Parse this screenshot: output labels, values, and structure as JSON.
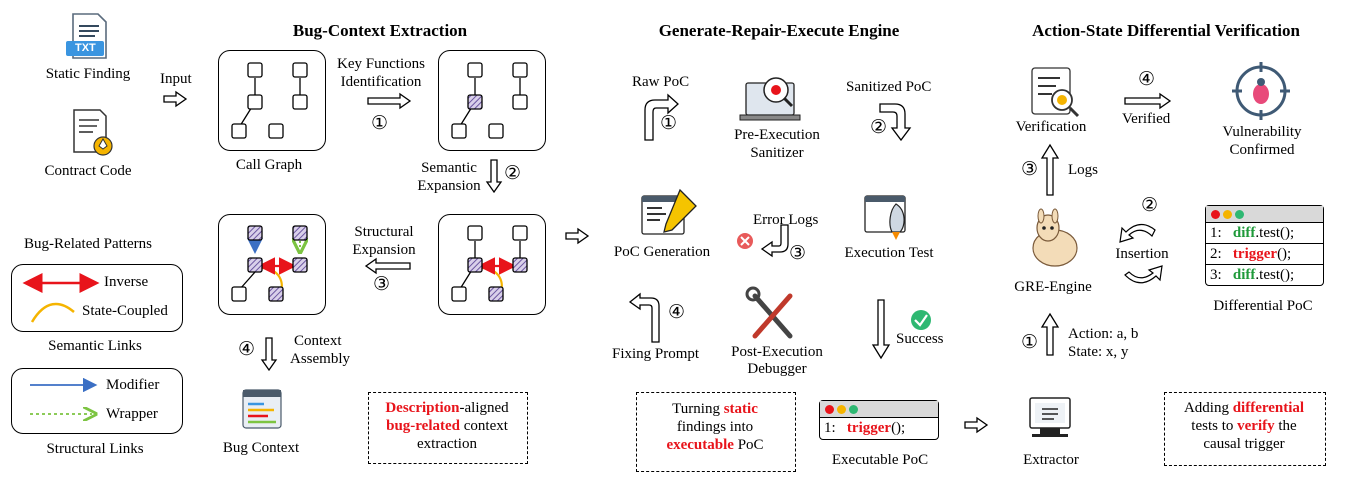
{
  "inputs": {
    "static_finding": "Static Finding",
    "file_badge": "TXT",
    "contract_code": "Contract Code",
    "input": "Input"
  },
  "patterns": {
    "title": "Bug-Related Patterns",
    "inverse": "Inverse",
    "state_coupled": "State-Coupled",
    "semantic_links": "Semantic Links",
    "modifier": "Modifier",
    "wrapper": "Wrapper",
    "structural_links": "Structural Links"
  },
  "bce": {
    "title": "Bug-Context Extraction",
    "key_functions": "Key Functions",
    "identification": "Identification",
    "call_graph": "Call Graph",
    "semantic": "Semantic",
    "expansion": "Expansion",
    "structural": "Structural",
    "structural_expansion": "Expansion",
    "context": "Context",
    "assembly": "Assembly",
    "bug_context": "Bug Context",
    "step1": "①",
    "step2": "②",
    "step3": "③",
    "step4": "④",
    "note_red1": "Description",
    "note_l1": "-aligned",
    "note_red2": "bug-related",
    "note_l2": " context",
    "note_l3": "extraction"
  },
  "gre": {
    "title": "Generate-Repair-Execute Engine",
    "raw_poc": "Raw PoC",
    "sanitized_poc": "Sanitized PoC",
    "pre_exec_1": "Pre-Execution",
    "pre_exec_2": "Sanitizer",
    "poc_generation": "PoC Generation",
    "error_logs": "Error Logs",
    "execution_test": "Execution Test",
    "fixing_prompt": "Fixing Prompt",
    "post_exec_1": "Post-Execution",
    "post_exec_2": "Debugger",
    "success": "Success",
    "step1": "①",
    "step2": "②",
    "step3": "③",
    "step4": "④",
    "note_l1": "Turning ",
    "note_red1": "static",
    "note_l2": "findings into",
    "note_red2": "executable",
    "note_l3": " PoC",
    "exec_code_num": "1:",
    "exec_code_fn": "trigger",
    "exec_code_tail": "();",
    "executable_poc": "Executable PoC"
  },
  "asdv": {
    "title": "Action-State Differential Verification",
    "verification": "Verification",
    "verified": "Verified",
    "vuln_1": "Vulnerability",
    "vuln_2": "Confirmed",
    "logs": "Logs",
    "gre_engine": "GRE-Engine",
    "insertion": "Insertion",
    "action": "Action: a, b",
    "state": "State: x, y",
    "extractor": "Extractor",
    "differential_poc": "Differential PoC",
    "step1": "①",
    "step2": "②",
    "step3": "③",
    "step4": "④",
    "diff_rows": [
      {
        "num": "1:",
        "fn": "diff",
        "tail": ".test();",
        "color": "green"
      },
      {
        "num": "2:",
        "fn": "trigger",
        "tail": "();",
        "color": "red"
      },
      {
        "num": "3:",
        "fn": "diff",
        "tail": ".test();",
        "color": "green"
      }
    ],
    "note_l1": "Adding ",
    "note_red1": "differential",
    "note_l2": "tests to ",
    "note_red2": "verify",
    "note_l2b": " the",
    "note_l3": "causal trigger"
  },
  "colors": {
    "inverse": "#e8141b",
    "state_coupled": "#f5b400",
    "modifier": "#3b6fc4",
    "wrapper": "#7cc441",
    "highlight_red": "#e8141b",
    "highlight_green": "#1f9a3a",
    "hatched_node": "#8a76b8"
  }
}
